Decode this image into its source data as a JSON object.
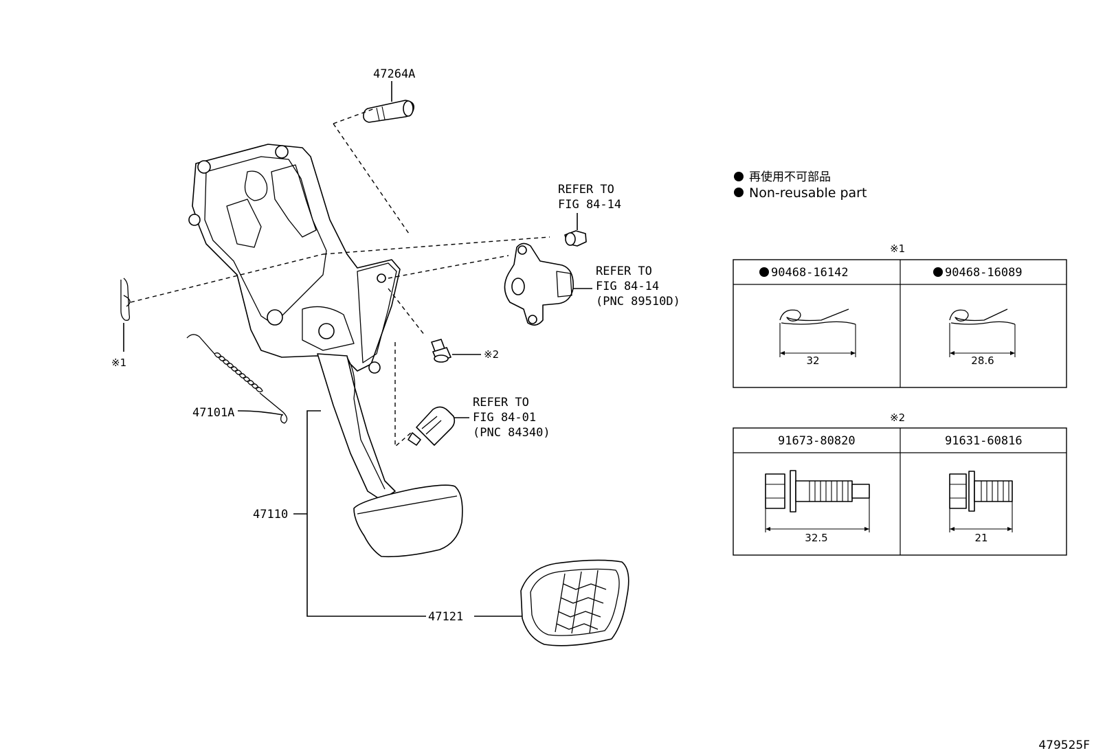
{
  "callouts": {
    "pin": "47264A",
    "spring": "47101A",
    "pedal_arm": "47110",
    "pedal_pad": "47121"
  },
  "refers": {
    "upper_nut": [
      "REFER TO",
      "FIG 84-14"
    ],
    "sensor": [
      "REFER TO",
      "FIG 84-14",
      "(PNC 89510D)"
    ],
    "stop_switch": [
      "REFER TO",
      "FIG 84-01",
      "(PNC 84340)"
    ]
  },
  "marks": {
    "clip_mark": "※1",
    "bolt_mark": "※2"
  },
  "legend": {
    "line_ja": "再使用不可部品",
    "line_en": "Non-reusable part"
  },
  "table1": {
    "title": "※1",
    "headers": [
      "90468-16142",
      "90468-16089"
    ],
    "dims": [
      "32",
      "28.6"
    ]
  },
  "table2": {
    "title": "※2",
    "headers": [
      "91673-80820",
      "91631-60816"
    ],
    "dims": [
      "32.5",
      "21"
    ]
  },
  "diagram_id": "479525F"
}
